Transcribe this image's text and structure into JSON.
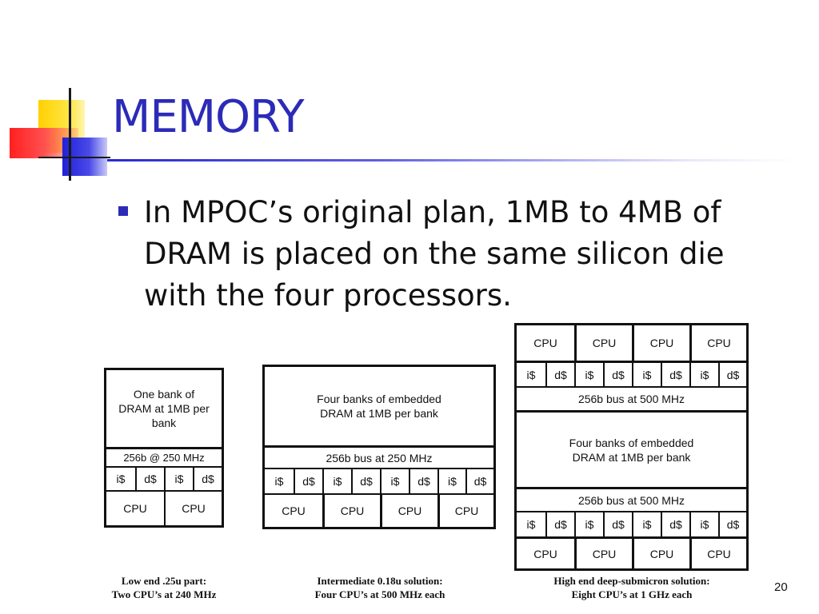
{
  "slide": {
    "title": "MEMORY",
    "bullet": "In MPOC’s original plan, 1MB to 4MB of DRAM is placed on the same silicon die with the four processors.",
    "page_number": "20"
  },
  "diagram": {
    "low": {
      "dram": "One bank of DRAM at 1MB per bank",
      "bus": "256b @ 250 MHz",
      "cache": [
        "i$",
        "d$",
        "i$",
        "d$"
      ],
      "cpu": [
        "CPU",
        "CPU"
      ],
      "caption_line1": "Low end .25u part:",
      "caption_line2": "Two CPU’s at 240 MHz"
    },
    "mid": {
      "dram": "Four banks of embedded DRAM at 1MB per bank",
      "bus": "256b bus at 250 MHz",
      "cache": [
        "i$",
        "d$",
        "i$",
        "d$",
        "i$",
        "d$",
        "i$",
        "d$"
      ],
      "cpu": [
        "CPU",
        "CPU",
        "CPU",
        "CPU"
      ],
      "caption_line1": "Intermediate 0.18u solution:",
      "caption_line2": "Four CPU’s at 500 MHz each"
    },
    "high": {
      "cpu_top": [
        "CPU",
        "CPU",
        "CPU",
        "CPU"
      ],
      "cache_top": [
        "i$",
        "d$",
        "i$",
        "d$",
        "i$",
        "d$",
        "i$",
        "d$"
      ],
      "bus_top": "256b bus at 500 MHz",
      "dram": "Four banks of embedded DRAM at 1MB per bank",
      "bus_bottom": "256b bus at 500 MHz",
      "cache_bottom": [
        "i$",
        "d$",
        "i$",
        "d$",
        "i$",
        "d$",
        "i$",
        "d$"
      ],
      "cpu_bottom": [
        "CPU",
        "CPU",
        "CPU",
        "CPU"
      ],
      "caption_line1": "High end deep-submicron solution:",
      "caption_line2": "Eight CPU’s at 1 GHz each"
    }
  }
}
